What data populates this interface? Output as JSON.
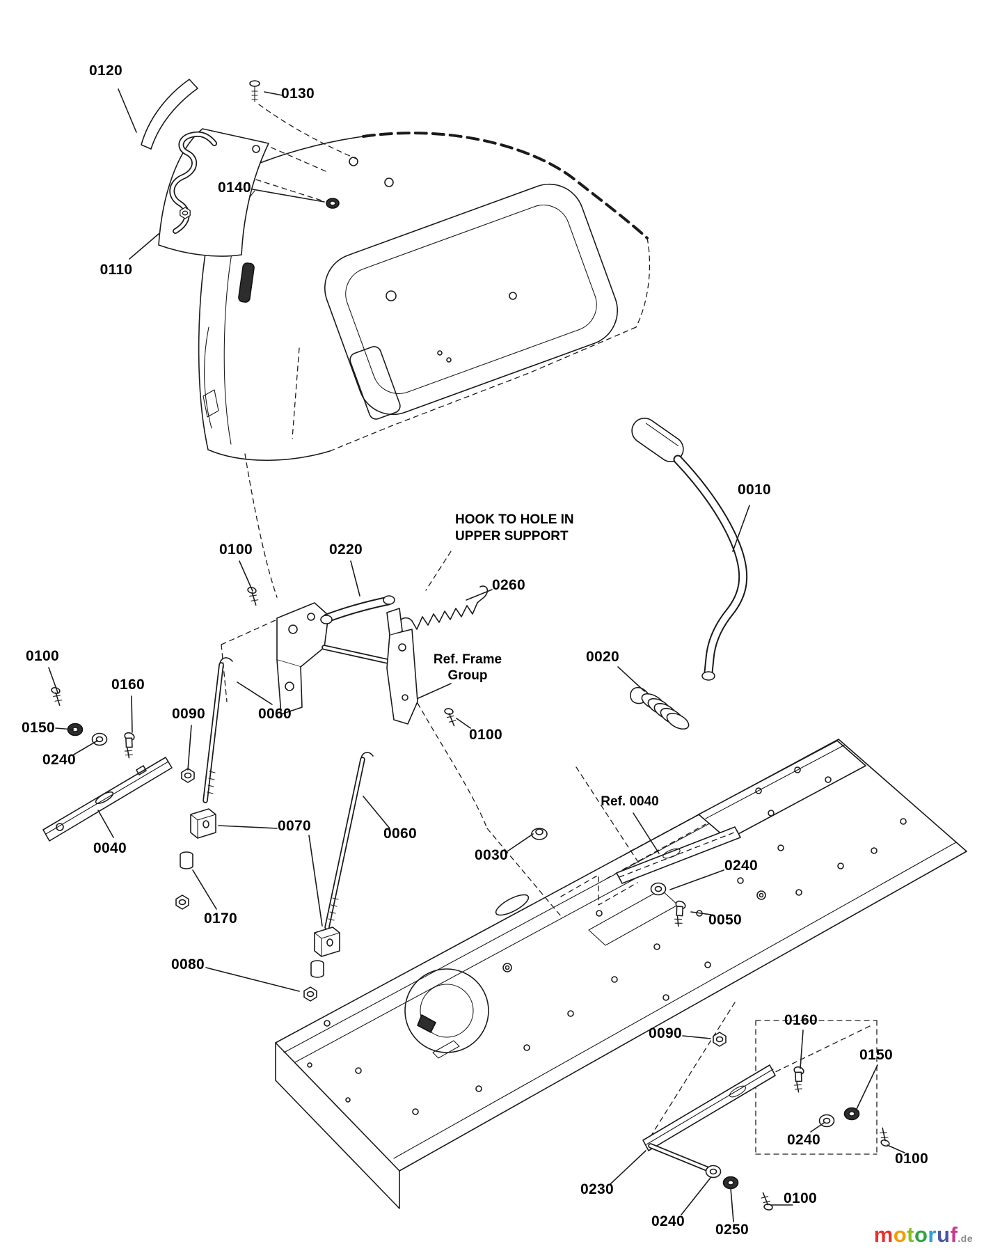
{
  "diagram": {
    "callouts": {
      "trim_strip": "0120",
      "hinge_screw": "0130",
      "grommet": "0140",
      "hinge_bracket": "0110",
      "lift_handle": "0010",
      "screw_top": "0100",
      "lift_link": "0220",
      "ext_spring": "0260",
      "torsion_spring": "0020",
      "screw_left": "0100",
      "shoulder_bolt_left": "0160",
      "washer_dark_left": "0150",
      "nut_left": "0090",
      "rod_front": "0060",
      "washer_left": "0240",
      "screw_center": "0100",
      "flange_nut_center": "0030",
      "plate_left": "0040",
      "trunnion": "0070",
      "rod_rear": "0060",
      "washer_right_mid": "0240",
      "bolt_right_mid": "0050",
      "bushing": "0170",
      "nut_bottom_left": "0080",
      "nut_bottom_right": "0090",
      "shoulder_bolt_right": "0160",
      "washer_dark_right": "0150",
      "washer_bottom_right": "0240",
      "screw_bottom_right": "0100",
      "plate_right": "0230",
      "washer_rod_end": "0240",
      "push_nut": "0250",
      "screw_rod_end": "0100"
    },
    "annotations": {
      "hook_note_line1": "HOOK TO HOLE IN",
      "hook_note_line2": "UPPER SUPPORT",
      "ref_frame_line1": "Ref. Frame",
      "ref_frame_line2": "Group",
      "ref_0040": "Ref. 0040"
    }
  },
  "watermark": {
    "letters": [
      {
        "ch": "m",
        "color": "#e63329"
      },
      {
        "ch": "o",
        "color": "#f59b00"
      },
      {
        "ch": "t",
        "color": "#8bbf1d"
      },
      {
        "ch": "o",
        "color": "#2fa443"
      },
      {
        "ch": "r",
        "color": "#2f9fd0"
      },
      {
        "ch": "u",
        "color": "#4a56a5"
      },
      {
        "ch": "f",
        "color": "#c93a8e"
      }
    ],
    "suffix": ".de"
  }
}
